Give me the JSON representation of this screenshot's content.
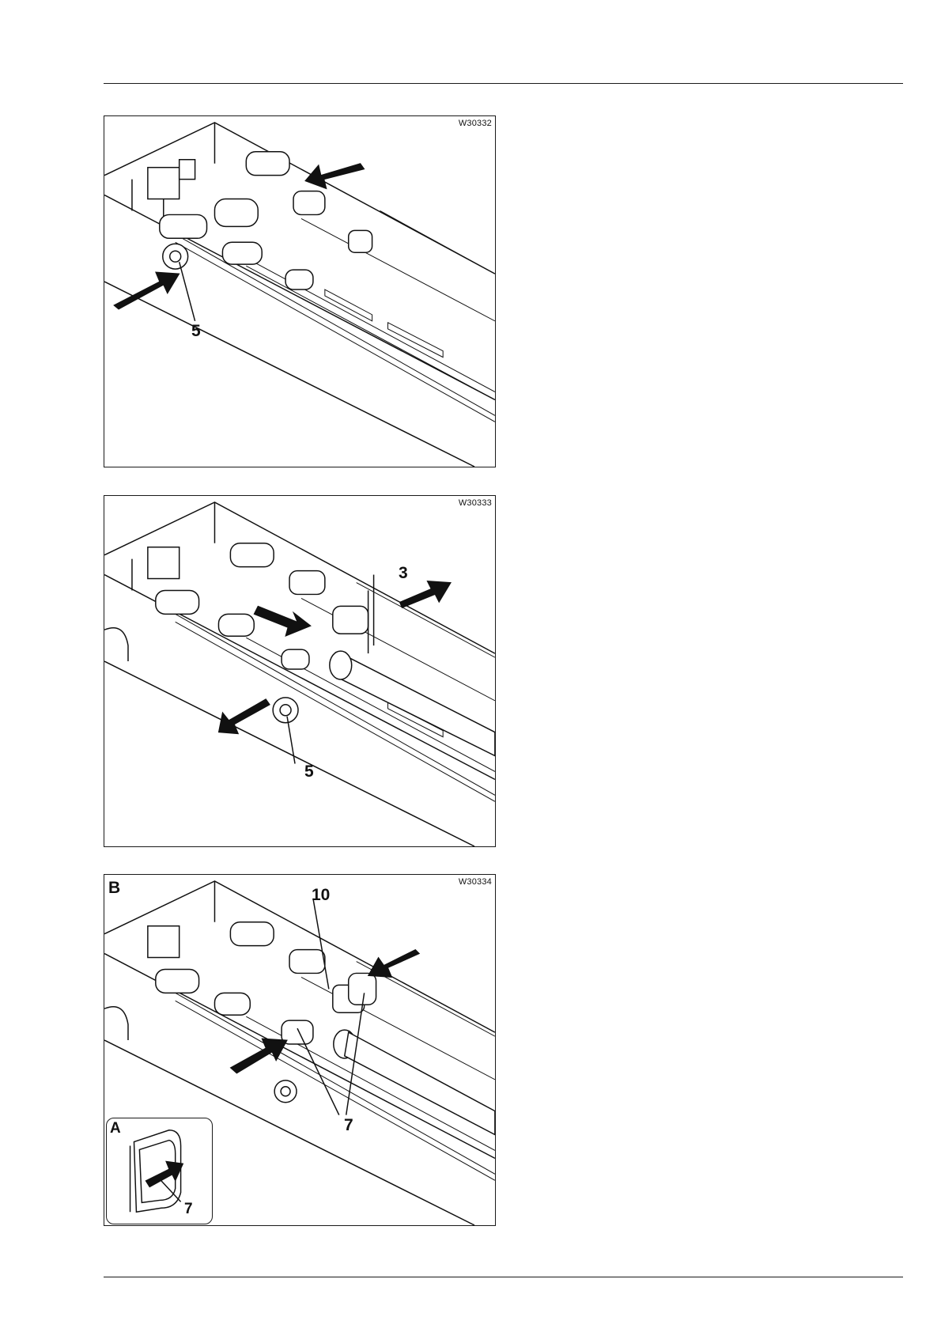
{
  "figures": [
    {
      "code": "W30332",
      "callouts": [
        "5"
      ]
    },
    {
      "code": "W30333",
      "callouts": [
        "3",
        "5"
      ]
    },
    {
      "code": "W30334",
      "view_label": "B",
      "callouts": [
        "10",
        "7"
      ],
      "inset": {
        "label": "A",
        "callout": "7"
      }
    }
  ]
}
